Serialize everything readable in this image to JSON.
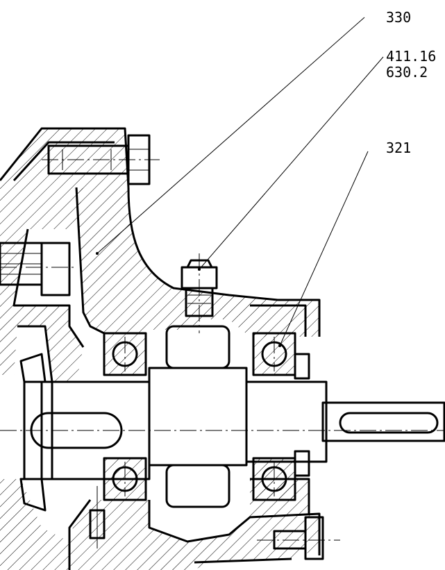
{
  "drawing": {
    "callouts": [
      {
        "id": "housing",
        "label": "330"
      },
      {
        "id": "vent-plug",
        "label": "411.16"
      },
      {
        "id": "vent-plug-2",
        "label": "630.2"
      },
      {
        "id": "bearing",
        "label": "321"
      }
    ],
    "line_color": "#000000",
    "background": "#ffffff"
  }
}
